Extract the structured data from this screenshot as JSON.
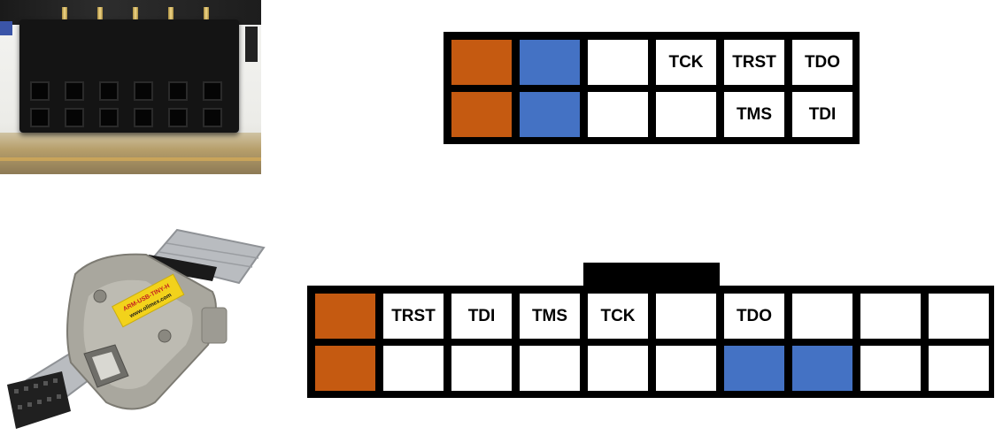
{
  "colors": {
    "orange": "#c55a11",
    "blue": "#4472c4"
  },
  "photos": {
    "board": {
      "icon": "pcb-header-photo"
    },
    "adapter": {
      "icon": "jtag-adapter-photo",
      "label_line1": "ARM-USB-TINY-H",
      "label_line2": "www.olimex.com"
    }
  },
  "top_connector": {
    "rows": [
      [
        {
          "fill": "orange",
          "text": ""
        },
        {
          "fill": "blue",
          "text": ""
        },
        {
          "fill": "white",
          "text": ""
        },
        {
          "fill": "white",
          "text": "TCK"
        },
        {
          "fill": "white",
          "text": "TRST"
        },
        {
          "fill": "white",
          "text": "TDO"
        }
      ],
      [
        {
          "fill": "orange",
          "text": ""
        },
        {
          "fill": "blue",
          "text": ""
        },
        {
          "fill": "white",
          "text": ""
        },
        {
          "fill": "white",
          "text": ""
        },
        {
          "fill": "white",
          "text": "TMS"
        },
        {
          "fill": "white",
          "text": "TDI"
        }
      ]
    ]
  },
  "bottom_connector": {
    "rows": [
      [
        {
          "fill": "orange",
          "text": ""
        },
        {
          "fill": "white",
          "text": "TRST"
        },
        {
          "fill": "white",
          "text": "TDI"
        },
        {
          "fill": "white",
          "text": "TMS"
        },
        {
          "fill": "white",
          "text": "TCK"
        },
        {
          "fill": "white",
          "text": ""
        },
        {
          "fill": "white",
          "text": "TDO"
        },
        {
          "fill": "white",
          "text": ""
        },
        {
          "fill": "white",
          "text": ""
        },
        {
          "fill": "white",
          "text": ""
        }
      ],
      [
        {
          "fill": "orange",
          "text": ""
        },
        {
          "fill": "white",
          "text": ""
        },
        {
          "fill": "white",
          "text": ""
        },
        {
          "fill": "white",
          "text": ""
        },
        {
          "fill": "white",
          "text": ""
        },
        {
          "fill": "white",
          "text": ""
        },
        {
          "fill": "blue",
          "text": ""
        },
        {
          "fill": "blue",
          "text": ""
        },
        {
          "fill": "white",
          "text": ""
        },
        {
          "fill": "white",
          "text": ""
        }
      ]
    ]
  }
}
